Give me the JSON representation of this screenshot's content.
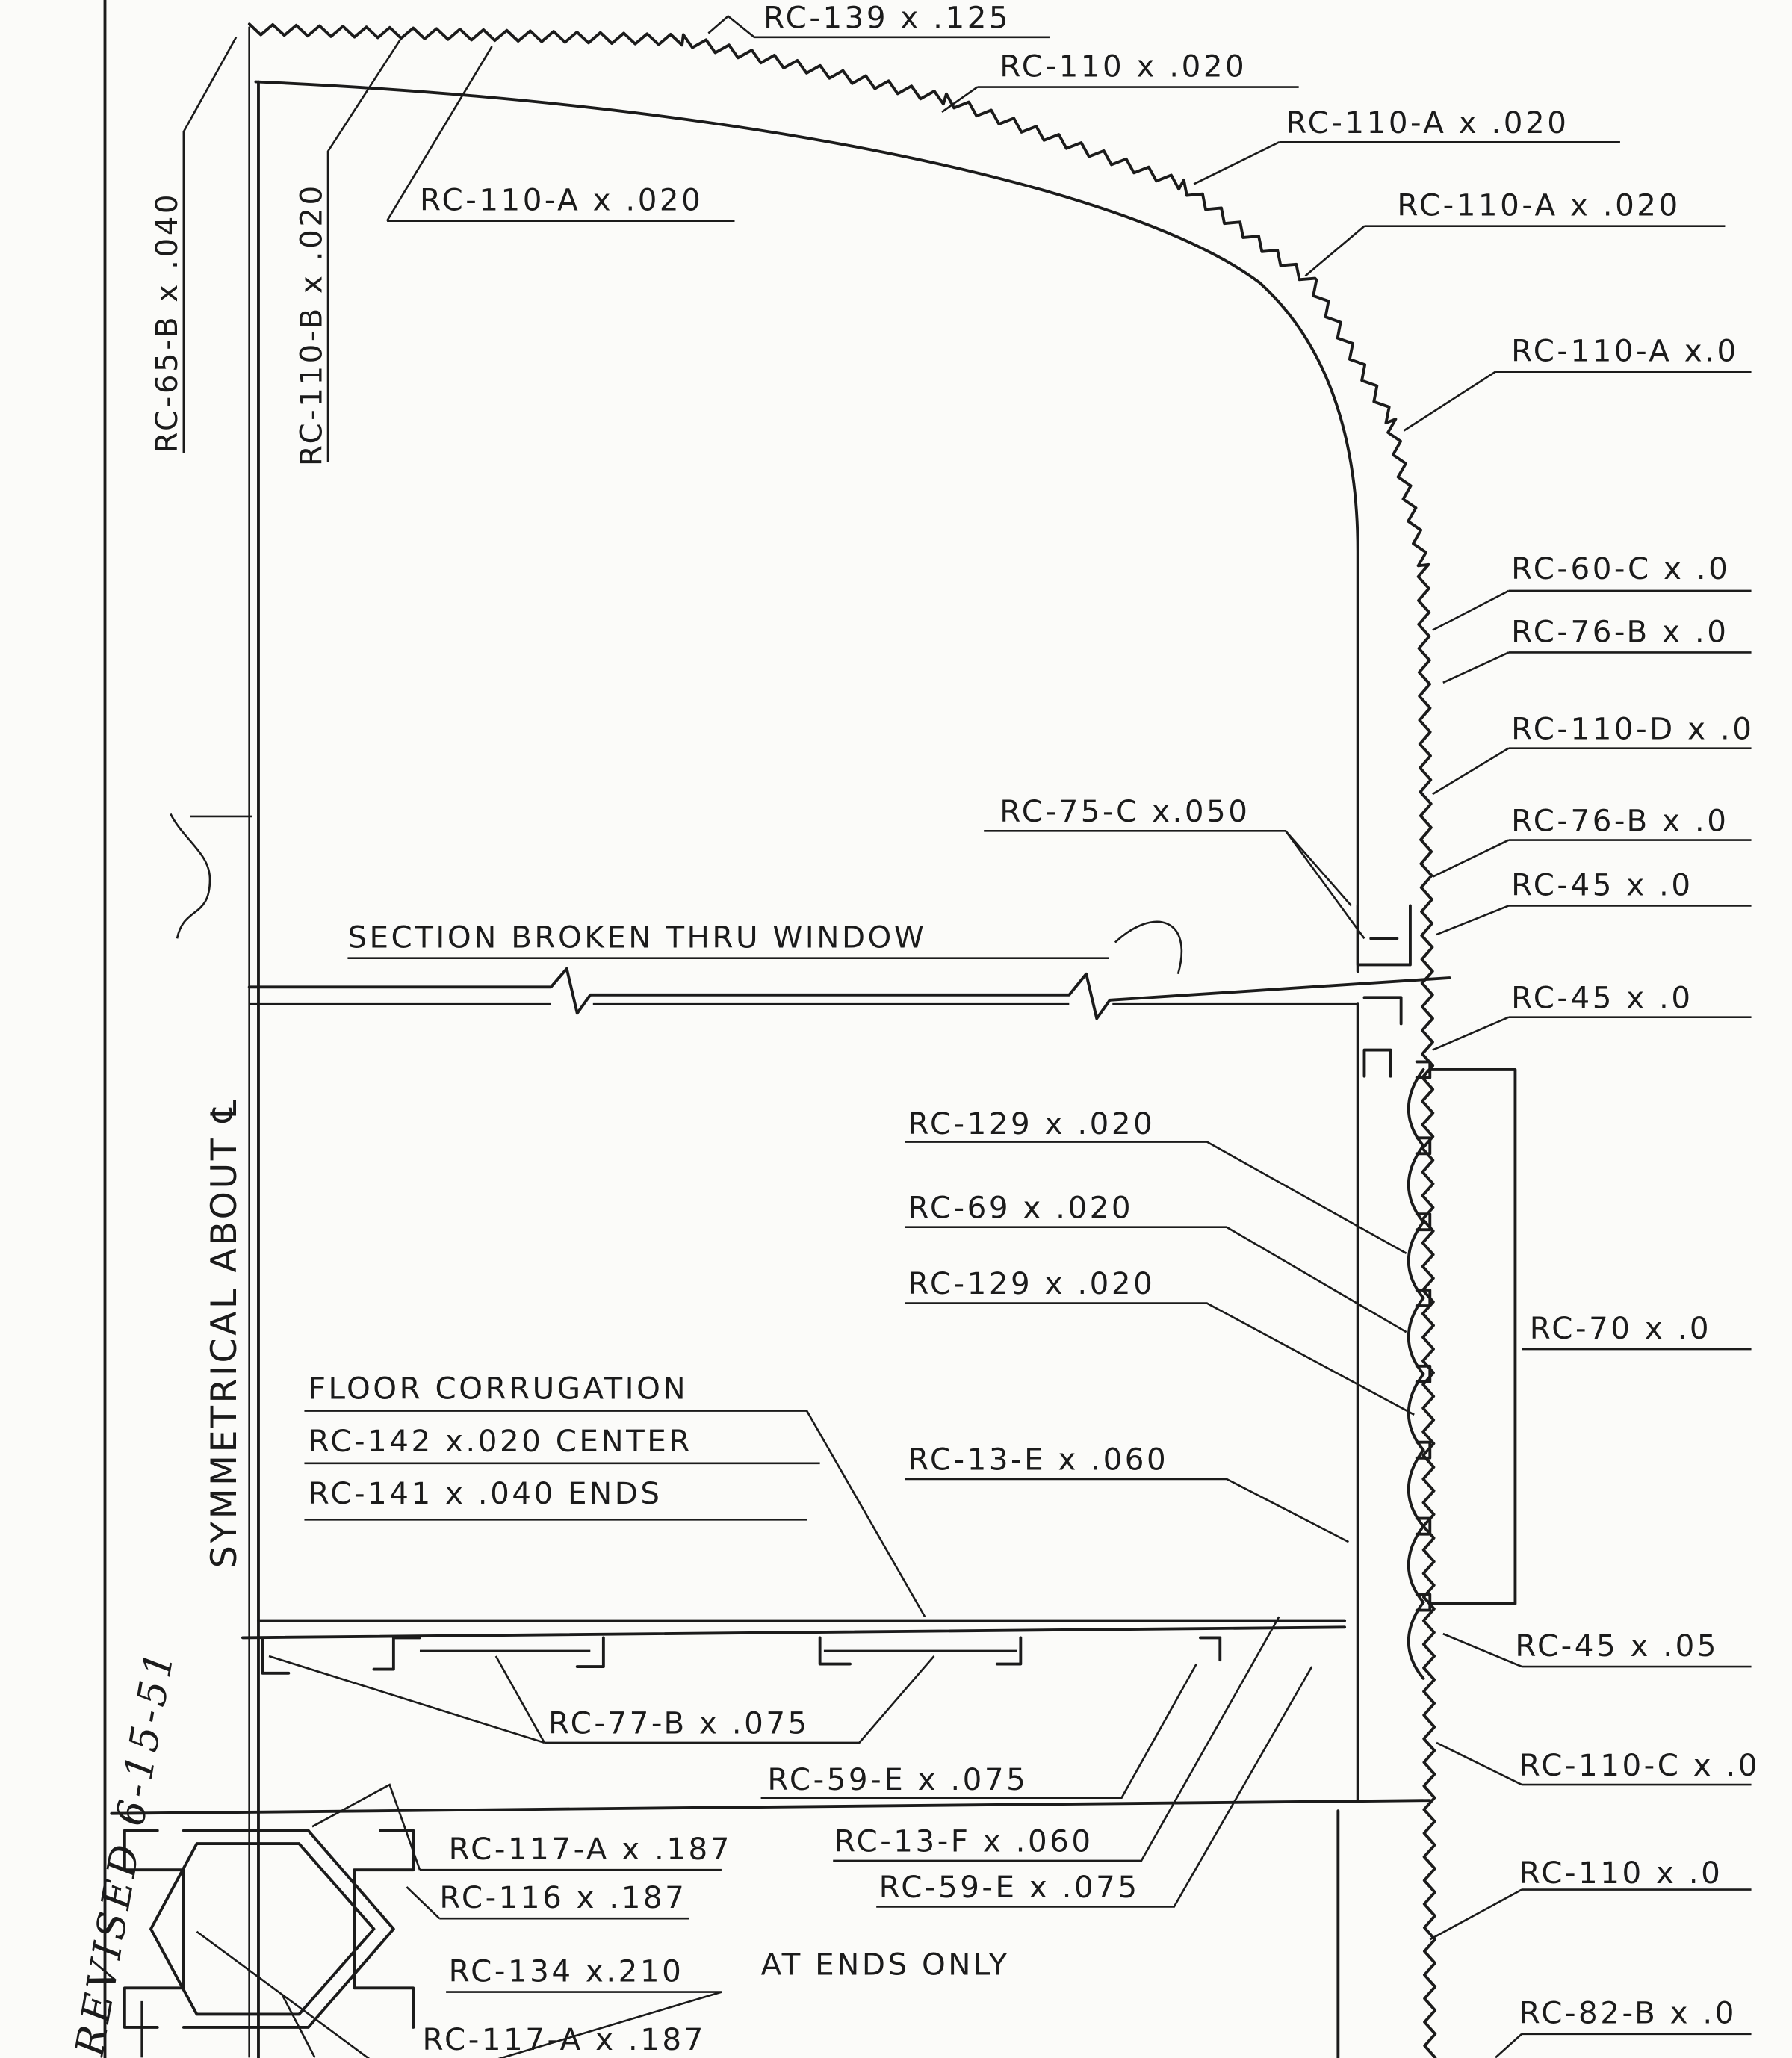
{
  "drawing": {
    "revision_note": "REVISED 6-15-51",
    "symmetry_note": "SYMMETRICAL ABOUT ℄",
    "section_note": "SECTION BROKEN THRU WINDOW",
    "floor": {
      "title": "FLOOR CORRUGATION",
      "center": "RC-142   x.020 CENTER",
      "ends": "RC-141 x .040 ENDS"
    },
    "callouts": {
      "rc139": "RC-139 x .125",
      "rc110_top": "RC-110 x .020",
      "rc110a_1": "RC-110-A x .020",
      "rc110a_left": "RC-110-A x .020",
      "rc110a_2": "RC-110-A x .020",
      "rc110a_3": "RC-110-A x.0",
      "rc65b": "RC-65-B x .040",
      "rc110b": "RC-110-B x .020",
      "rc60c": "RC-60-C x .0",
      "rc76b_1": "RC-76-B x .0",
      "rc110d": "RC-110-D x .0",
      "rc76b_2": "RC-76-B x .0",
      "rc45_1": "RC-45 x .0",
      "rc75c": "RC-75-C x.050",
      "rc45_2": "RC-45 x .0",
      "rc129_1": "RC-129 x .020",
      "rc69": "RC-69 x .020",
      "rc129_2": "RC-129 x .020",
      "rc70": "RC-70 x .0",
      "rc13e": "RC-13-E x .060",
      "rc45_3": "RC-45 x .05",
      "rc77b": "RC-77-B x .075",
      "rc59e_1": "RC-59-E x .075",
      "rc110c": "RC-110-C x .0",
      "rc117a_1": "RC-117-A x .187",
      "rc13f": "RC-13-F x .060",
      "rc116": "RC-116 x .187",
      "rc59e_2": "RC-59-E x .075",
      "rc110_bottom": "RC-110 x .0",
      "rc134": "RC-134 x.210",
      "at_ends_only": "AT ENDS ONLY",
      "rc117a_2": "RC-117-A x .187",
      "rc82b": "RC-82-B x .0"
    },
    "ink_color": "#1b1b1b",
    "paper_color": "#fbfbf9"
  }
}
